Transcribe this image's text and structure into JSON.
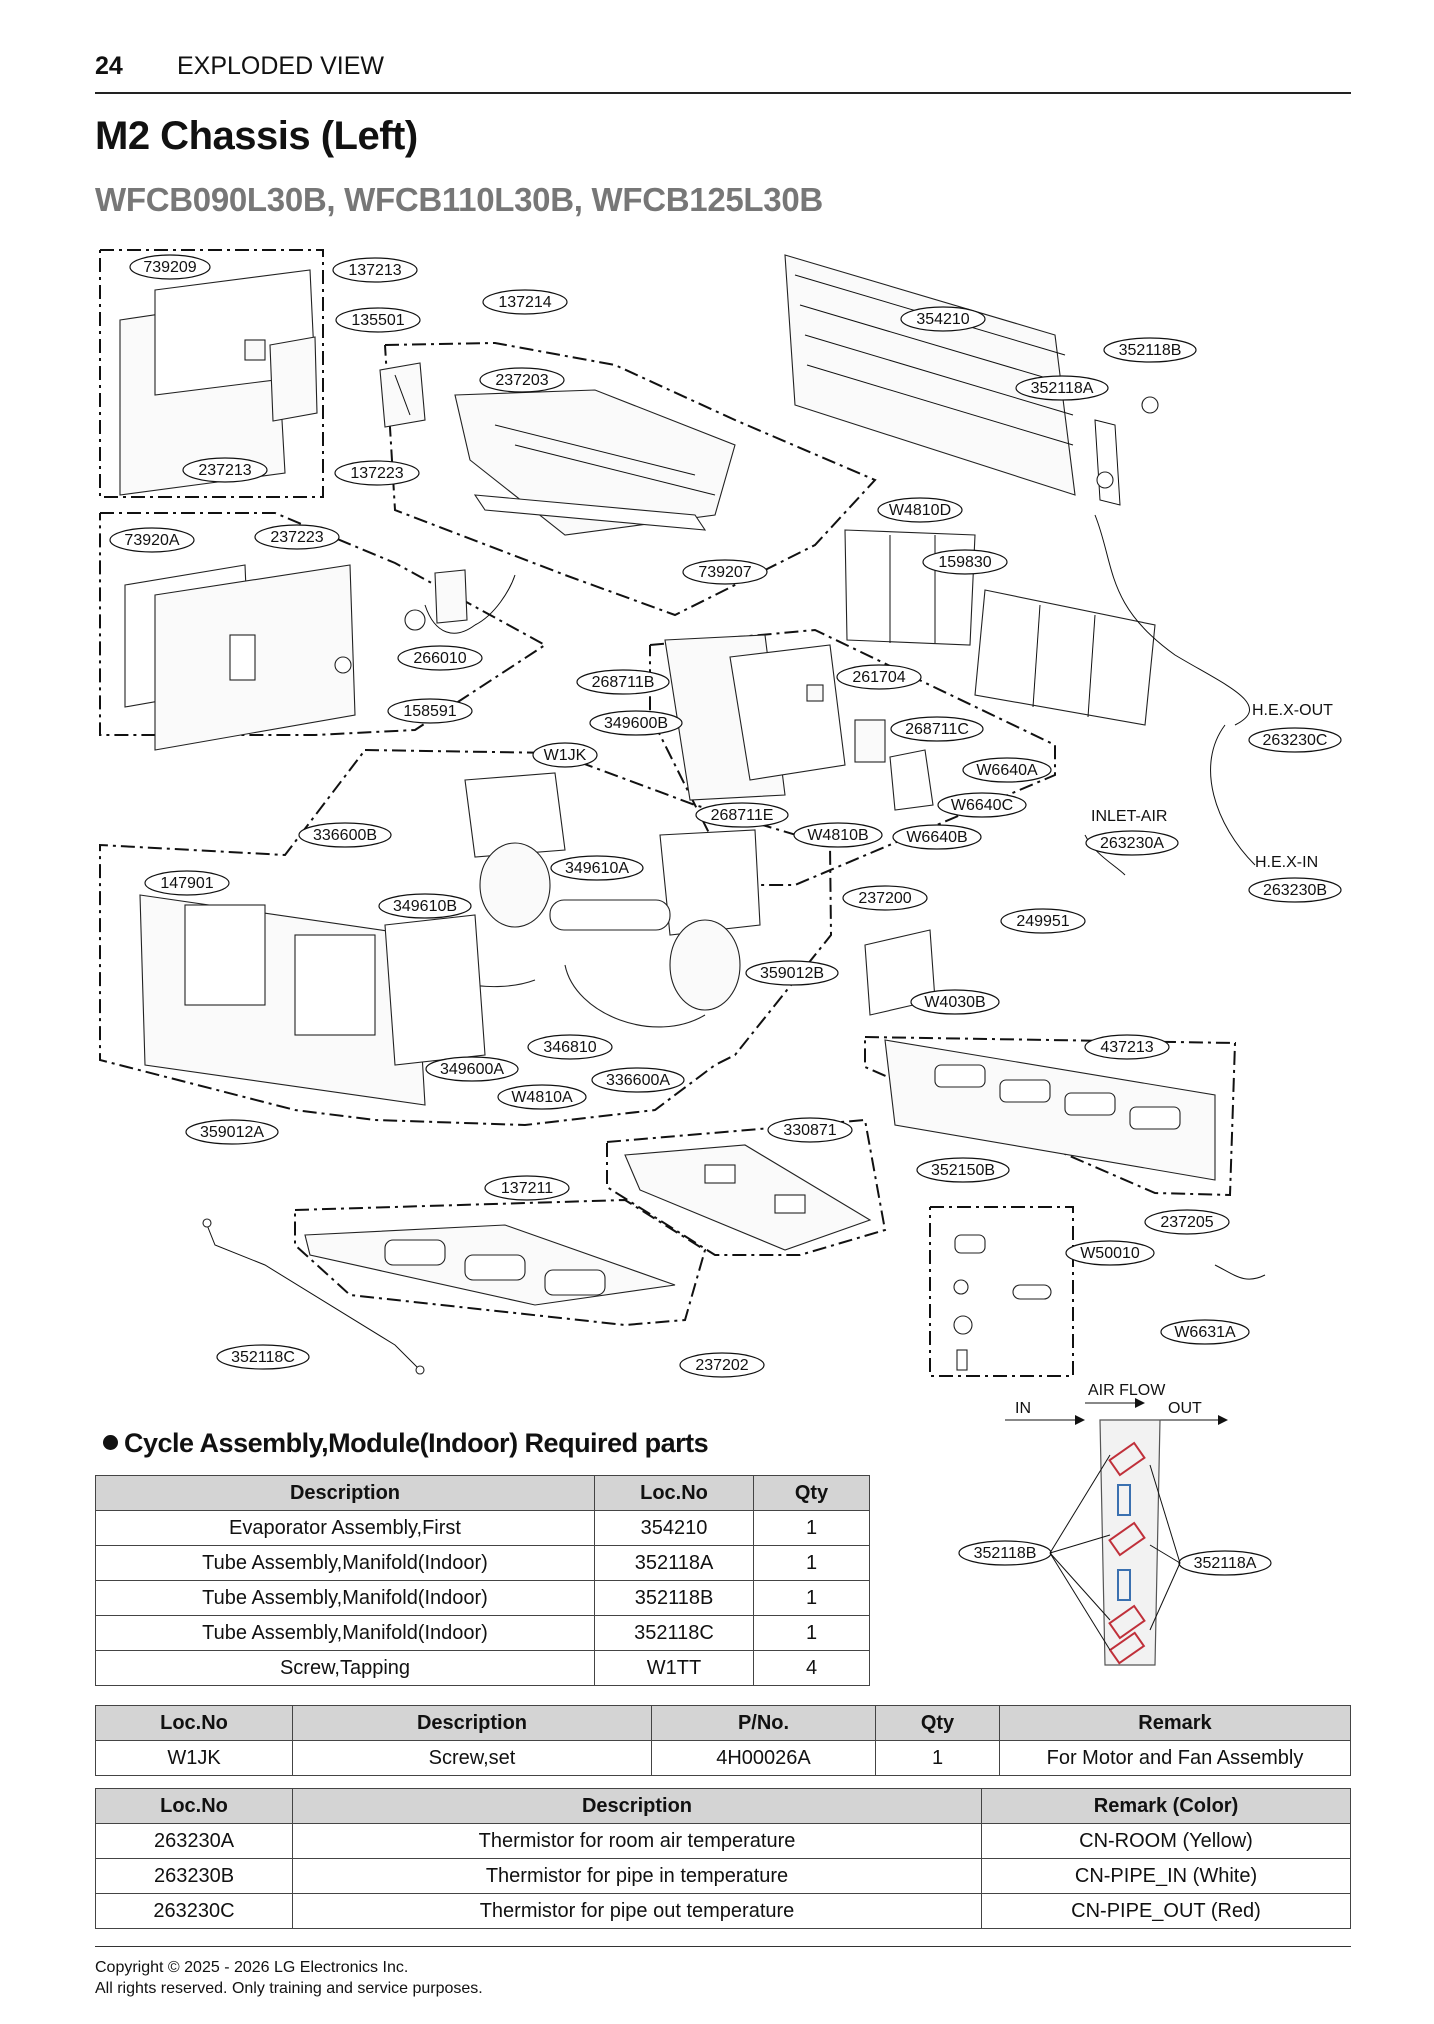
{
  "header": {
    "page_number": "24",
    "section": "EXPLODED VIEW"
  },
  "title": "M2 Chassis (Left)",
  "models": "WFCB090L30B, WFCB110L30B, WFCB125L30B",
  "diagram": {
    "part_labels": {
      "p739209": "739209",
      "p137213": "137213",
      "p135501": "135501",
      "p237213": "237213",
      "p137223": "137223",
      "p137214": "137214",
      "p237203": "237203",
      "p354210": "354210",
      "p352118B": "352118B",
      "p352118A": "352118A",
      "pW4810D": "W4810D",
      "p73920A": "73920A",
      "p237223": "237223",
      "p739207": "739207",
      "p159830": "159830",
      "p266010": "266010",
      "p158591": "158591",
      "p268711B": "268711B",
      "p261704": "261704",
      "p349600B": "349600B",
      "p268711C": "268711C",
      "pW1JK": "W1JK",
      "pW6640A": "W6640A",
      "pW6640C": "W6640C",
      "p336600B": "336600B",
      "p268711E": "268711E",
      "pW4810B": "W4810B",
      "pW6640B": "W6640B",
      "p263230A": "263230A",
      "p263230C": "263230C",
      "p263230B": "263230B",
      "p349610A": "349610A",
      "p147901": "147901",
      "p349610B": "349610B",
      "p237200": "237200",
      "p249951": "249951",
      "p359012B": "359012B",
      "pW4030B": "W4030B",
      "p437213": "437213",
      "p346810": "346810",
      "p349600A": "349600A",
      "p336600A": "336600A",
      "pW4810A": "W4810A",
      "p359012A": "359012A",
      "p330871": "330871",
      "p352150B": "352150B",
      "p137211": "137211",
      "p237205": "237205",
      "pW50010": "W50010",
      "pW6631A": "W6631A",
      "p352118C": "352118C",
      "p237202": "237202"
    },
    "callouts": {
      "hex_out": "H.E.X-OUT",
      "inlet_air": "INLET-AIR",
      "hex_in": "H.E.X-IN",
      "air_flow": "AIR FLOW",
      "in": "IN",
      "out": "OUT",
      "manifold_b": "352118B",
      "manifold_a": "352118A"
    }
  },
  "required_parts": {
    "heading": "Cycle Assembly,Module(Indoor) Required parts",
    "columns": [
      "Description",
      "Loc.No",
      "Qty"
    ],
    "rows": [
      [
        "Evaporator Assembly,First",
        "354210",
        "1"
      ],
      [
        "Tube Assembly,Manifold(Indoor)",
        "352118A",
        "1"
      ],
      [
        "Tube Assembly,Manifold(Indoor)",
        "352118B",
        "1"
      ],
      [
        "Tube Assembly,Manifold(Indoor)",
        "352118C",
        "1"
      ],
      [
        "Screw,Tapping",
        "W1TT",
        "4"
      ]
    ]
  },
  "screw_table": {
    "columns": [
      "Loc.No",
      "Description",
      "P/No.",
      "Qty",
      "Remark"
    ],
    "rows": [
      [
        "W1JK",
        "Screw,set",
        "4H00026A",
        "1",
        "For Motor and Fan Assembly"
      ]
    ]
  },
  "thermistor_table": {
    "columns": [
      "Loc.No",
      "Description",
      "Remark (Color)"
    ],
    "rows": [
      [
        "263230A",
        "Thermistor for room air temperature",
        "CN-ROOM (Yellow)"
      ],
      [
        "263230B",
        "Thermistor for pipe in temperature",
        "CN-PIPE_IN (White)"
      ],
      [
        "263230C",
        "Thermistor for pipe out temperature",
        "CN-PIPE_OUT (Red)"
      ]
    ]
  },
  "footer": {
    "line1": "Copyright © 2025 - 2026 LG Electronics Inc.",
    "line2": "All rights reserved. Only training and service purposes."
  }
}
